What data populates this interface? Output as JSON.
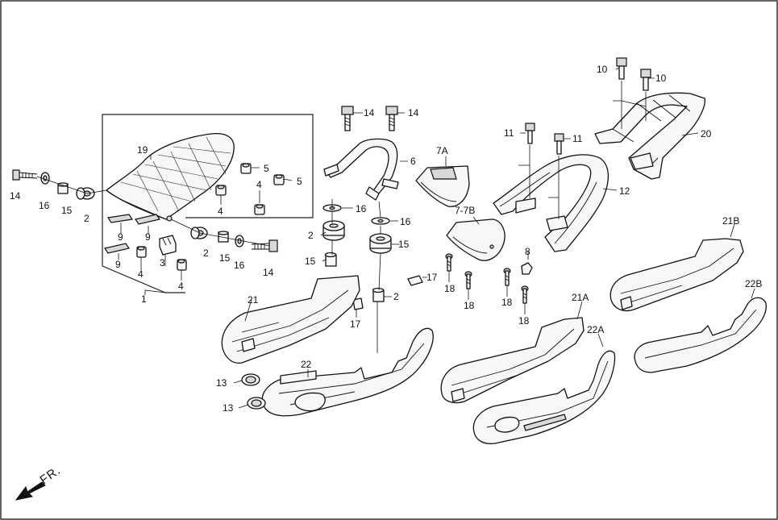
{
  "direction_label": "FR.",
  "callouts": {
    "c14a": "14",
    "c16a": "16",
    "c15a": "15",
    "c2a": "2",
    "c19": "19",
    "c5a": "5",
    "c5b": "5",
    "c4a": "4",
    "c4b": "4",
    "c9a": "9",
    "c9b": "9",
    "c9c": "9",
    "c3": "3",
    "c4c": "4",
    "c4d": "4",
    "c1": "1",
    "c2b": "2",
    "c15b": "15",
    "c16b": "16",
    "c14b": "14",
    "c14c": "14",
    "c14d": "14",
    "c6": "6",
    "c16c": "16",
    "c16d": "16",
    "c2c": "2",
    "c15c": "15",
    "c15d": "15",
    "c2d": "2",
    "c17a": "17",
    "c17b": "17",
    "c21": "21",
    "c22": "22",
    "c13a": "13",
    "c13b": "13",
    "c7a": "7A",
    "c77b": "7-7B",
    "c18a": "18",
    "c18b": "18",
    "c8": "8",
    "c18c": "18",
    "c18d": "18",
    "c11a": "11",
    "c11b": "11",
    "c12": "12",
    "c10a": "10",
    "c10b": "10",
    "c20": "20",
    "c21b": "21B",
    "c22b": "22B",
    "c21a": "21A",
    "c22a": "22A"
  }
}
